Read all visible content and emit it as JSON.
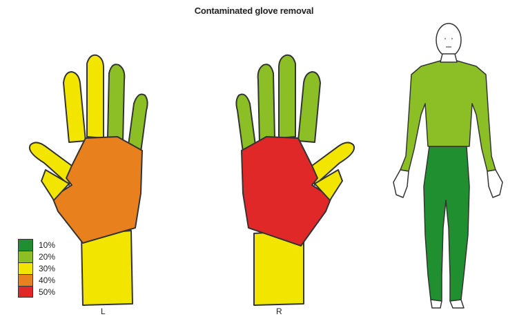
{
  "title": "Contaminated glove removal",
  "hands": {
    "left_label": "L",
    "right_label": "R"
  },
  "legend": [
    {
      "label": "10%",
      "color": "#1f8f2f"
    },
    {
      "label": "20%",
      "color": "#8cbf26"
    },
    {
      "label": "30%",
      "color": "#f2e600"
    },
    {
      "label": "40%",
      "color": "#e8801e"
    },
    {
      "label": "50%",
      "color": "#e02828"
    }
  ],
  "regions": {
    "left_hand": {
      "thumb": "#f2e600",
      "index_finger": "#f2e600",
      "middle_finger": "#f2e600",
      "ring_finger": "#8cbf26",
      "little_finger": "#8cbf26",
      "palm": "#e8801e",
      "wrist": "#f2e600"
    },
    "right_hand": {
      "thumb": "#f2e600",
      "index_finger": "#8cbf26",
      "middle_finger": "#8cbf26",
      "ring_finger": "#8cbf26",
      "little_finger": "#8cbf26",
      "palm": "#e02828",
      "wrist": "#f2e600"
    },
    "body": {
      "head_and_hands": "#ffffff",
      "upper_body": "#8cbf26",
      "lower_body": "#1f8f2f"
    }
  }
}
